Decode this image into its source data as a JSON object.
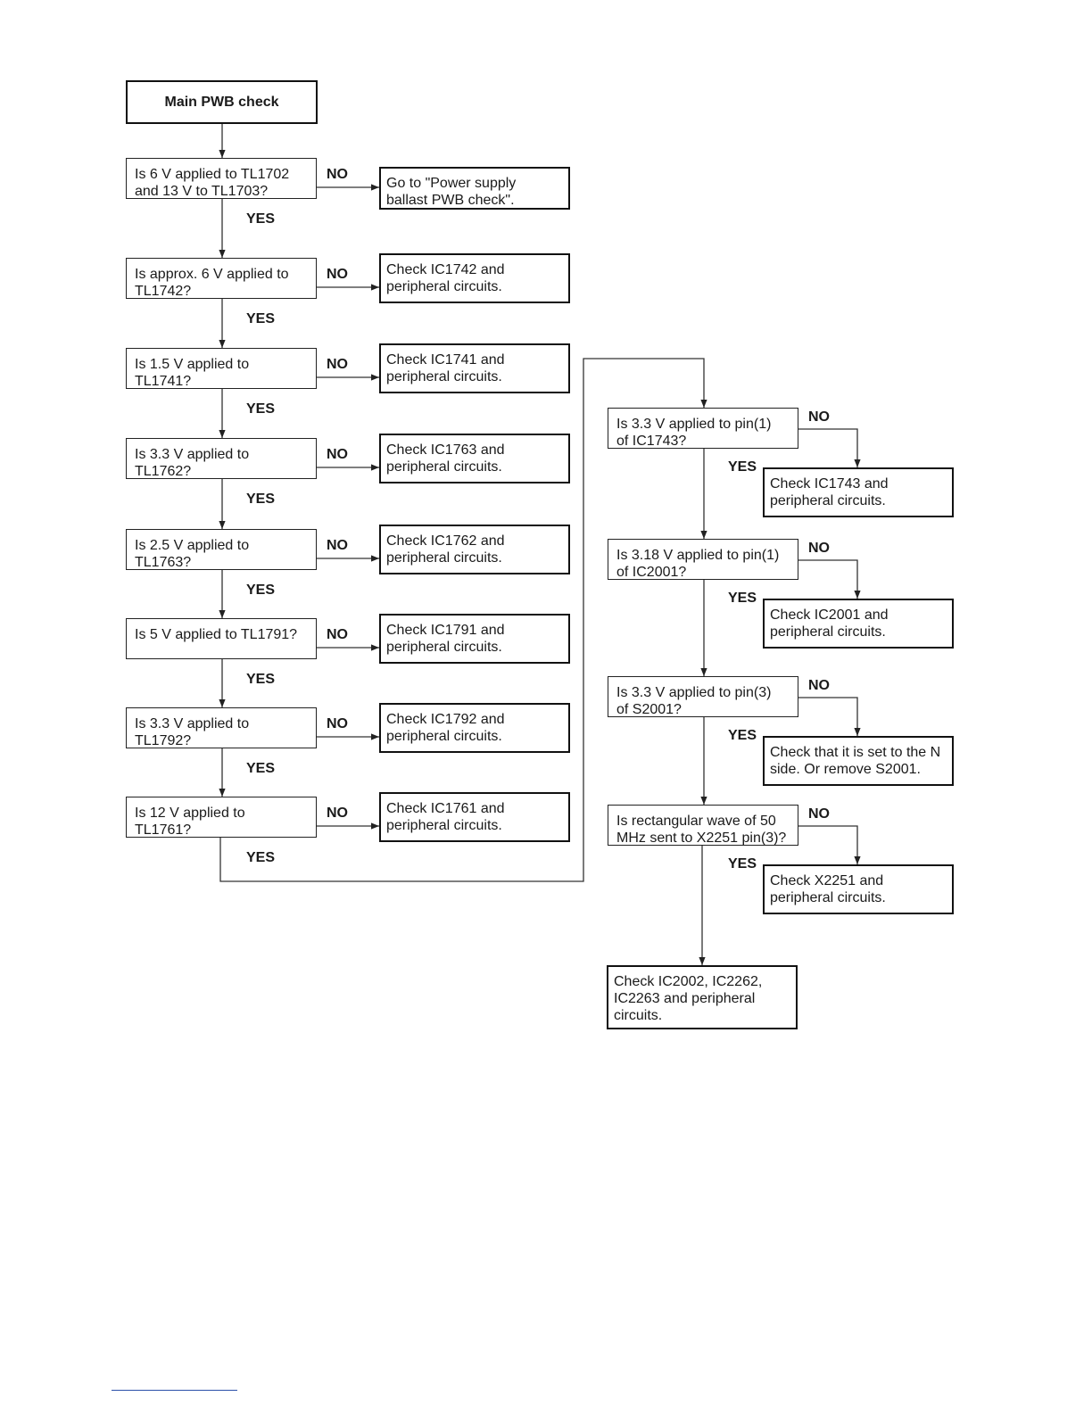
{
  "flowchart": {
    "start": "Main PWB check",
    "yes_label": "YES",
    "no_label": "NO",
    "left_checks": [
      {
        "question": [
          "Is 6 V applied to TL1702",
          "and 13 V to TL1703?"
        ],
        "action": [
          "Go to \"Power supply",
          "ballast PWB check\"."
        ]
      },
      {
        "question": [
          "Is approx. 6 V applied to",
          "TL1742?"
        ],
        "action": [
          "Check IC1742 and",
          "peripheral circuits."
        ]
      },
      {
        "question": [
          "Is 1.5 V applied to",
          "TL1741?"
        ],
        "action": [
          "Check IC1741 and",
          "peripheral circuits."
        ]
      },
      {
        "question": [
          "Is 3.3 V applied to",
          "TL1762?"
        ],
        "action": [
          "Check IC1763 and",
          "peripheral circuits."
        ]
      },
      {
        "question": [
          "Is 2.5 V applied to",
          "TL1763?"
        ],
        "action": [
          "Check IC1762 and",
          "peripheral circuits."
        ]
      },
      {
        "question": [
          "Is 5 V applied to TL1791?"
        ],
        "action": [
          "Check IC1791 and",
          "peripheral circuits."
        ]
      },
      {
        "question": [
          "Is 3.3 V applied to",
          "TL1792?"
        ],
        "action": [
          "Check IC1792 and",
          "peripheral circuits."
        ]
      },
      {
        "question": [
          "Is 12 V applied to",
          "TL1761?"
        ],
        "action": [
          "Check IC1761 and",
          "peripheral circuits."
        ]
      }
    ],
    "right_checks": [
      {
        "question": [
          "Is 3.3 V applied to pin(1)",
          "of IC1743?"
        ],
        "action": [
          "Check IC1743 and",
          "peripheral circuits."
        ]
      },
      {
        "question": [
          "Is 3.18 V applied to pin(1)",
          "of IC2001?"
        ],
        "action": [
          "Check IC2001 and",
          "peripheral circuits."
        ]
      },
      {
        "question": [
          "Is 3.3 V applied to pin(3)",
          "of S2001?"
        ],
        "action": [
          "Check that it is set to the N",
          "side. Or remove S2001."
        ]
      },
      {
        "question": [
          "Is rectangular wave of 50",
          "MHz sent to X2251 pin(3)?"
        ],
        "action": [
          "Check X2251 and",
          "peripheral circuits."
        ]
      }
    ],
    "final": [
      "Check IC2002, IC2262,",
      "IC2263 and peripheral",
      "circuits."
    ]
  }
}
